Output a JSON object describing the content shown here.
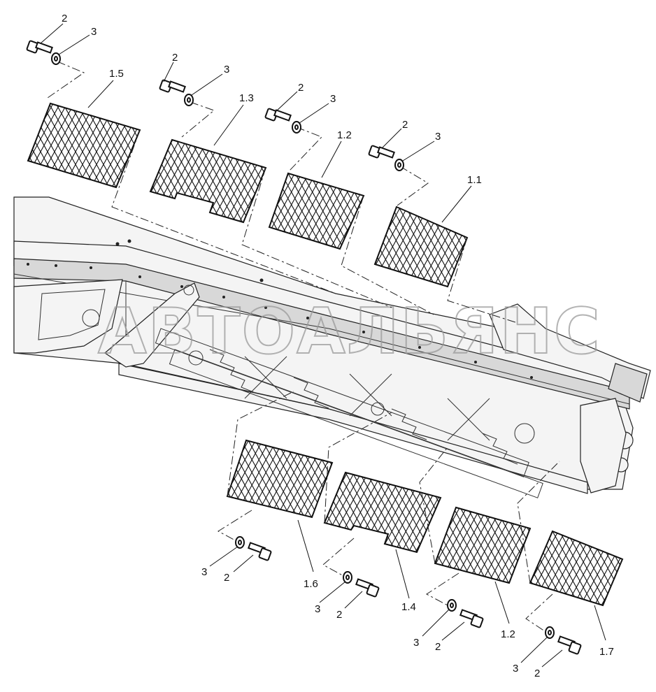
{
  "watermark": "АВТОАЛЬЯНС",
  "callouts": {
    "top": [
      {
        "id": "p15",
        "label": "1.5",
        "bolt": "2",
        "washer": "3"
      },
      {
        "id": "p13",
        "label": "1.3",
        "bolt": "2",
        "washer": "3"
      },
      {
        "id": "p12a",
        "label": "1.2",
        "bolt": "2",
        "washer": "3"
      },
      {
        "id": "p11",
        "label": "1.1",
        "bolt": "2",
        "washer": "3"
      }
    ],
    "bottom": [
      {
        "id": "p16",
        "label": "1.6",
        "bolt": "2",
        "washer": "3"
      },
      {
        "id": "p14",
        "label": "1.4",
        "bolt": "2",
        "washer": "3"
      },
      {
        "id": "p12b",
        "label": "1.2",
        "bolt": "2",
        "washer": "3"
      },
      {
        "id": "p17",
        "label": "1.7",
        "bolt": "2",
        "washer": "3"
      }
    ]
  }
}
